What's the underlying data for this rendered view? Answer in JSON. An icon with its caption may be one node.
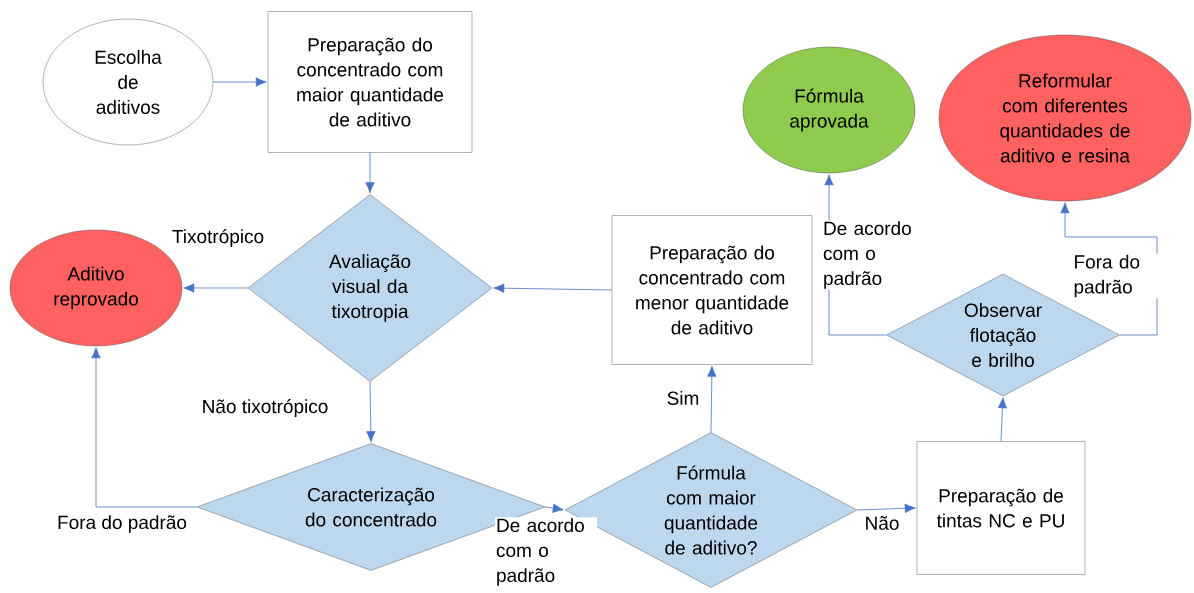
{
  "diagram": {
    "nodes": [
      {
        "text": [
          "Escolha de aditivos"
        ]
      },
      {
        "text": [
          "Preparação do concentrado com maior quantidade de aditivo"
        ]
      },
      {
        "text": [
          "Aditivo reprovado"
        ]
      },
      {
        "text": [
          "Avaliação visual da tixotropia"
        ]
      },
      {
        "text": [
          "Preparação do concentrado com menor quantidade de aditivo"
        ]
      },
      {
        "text": [
          "Fórmula aprovada"
        ]
      },
      {
        "text": [
          "Reformular com diferentes quantidades de aditivo e resina"
        ]
      },
      {
        "text": [
          "Observar flotação e brilho"
        ]
      },
      {
        "text": [
          "Caracterização do concentrado"
        ]
      },
      {
        "text": [
          "Fórmula com maior quantidade de aditivo?"
        ]
      },
      {
        "text": [
          "Preparação de tintas NC e PU"
        ]
      }
    ],
    "edges": [
      {
        "from": 0,
        "to": 1,
        "arrow": "to"
      },
      {
        "from": 1,
        "to": 3,
        "arrow": "to"
      },
      {
        "from": 3,
        "to": 2,
        "arrow": "to",
        "label": "Tixotrópico"
      },
      {
        "from": 4,
        "to": 3,
        "arrow": "to"
      },
      {
        "from": 3,
        "to": 8,
        "arrow": "to",
        "label": "Não tixotrópico"
      },
      {
        "from": 8,
        "to": 2,
        "arrow": "to",
        "label": "Fora do padrão"
      },
      {
        "from": 8,
        "to": 9,
        "arrow": "to",
        "label": "De acordo com o padrão"
      },
      {
        "from": 9,
        "to": 4,
        "arrow": "to",
        "label": "Sim"
      },
      {
        "from": 9,
        "to": 10,
        "arrow": "to",
        "label": "Não"
      },
      {
        "from": 10,
        "to": 7,
        "arrow": "to"
      },
      {
        "from": 7,
        "to": 5,
        "arrow": "to",
        "label": "De acordo com o padrão"
      },
      {
        "from": 7,
        "to": 6,
        "arrow": "to",
        "label": "Fora do padrão"
      }
    ]
  }
}
